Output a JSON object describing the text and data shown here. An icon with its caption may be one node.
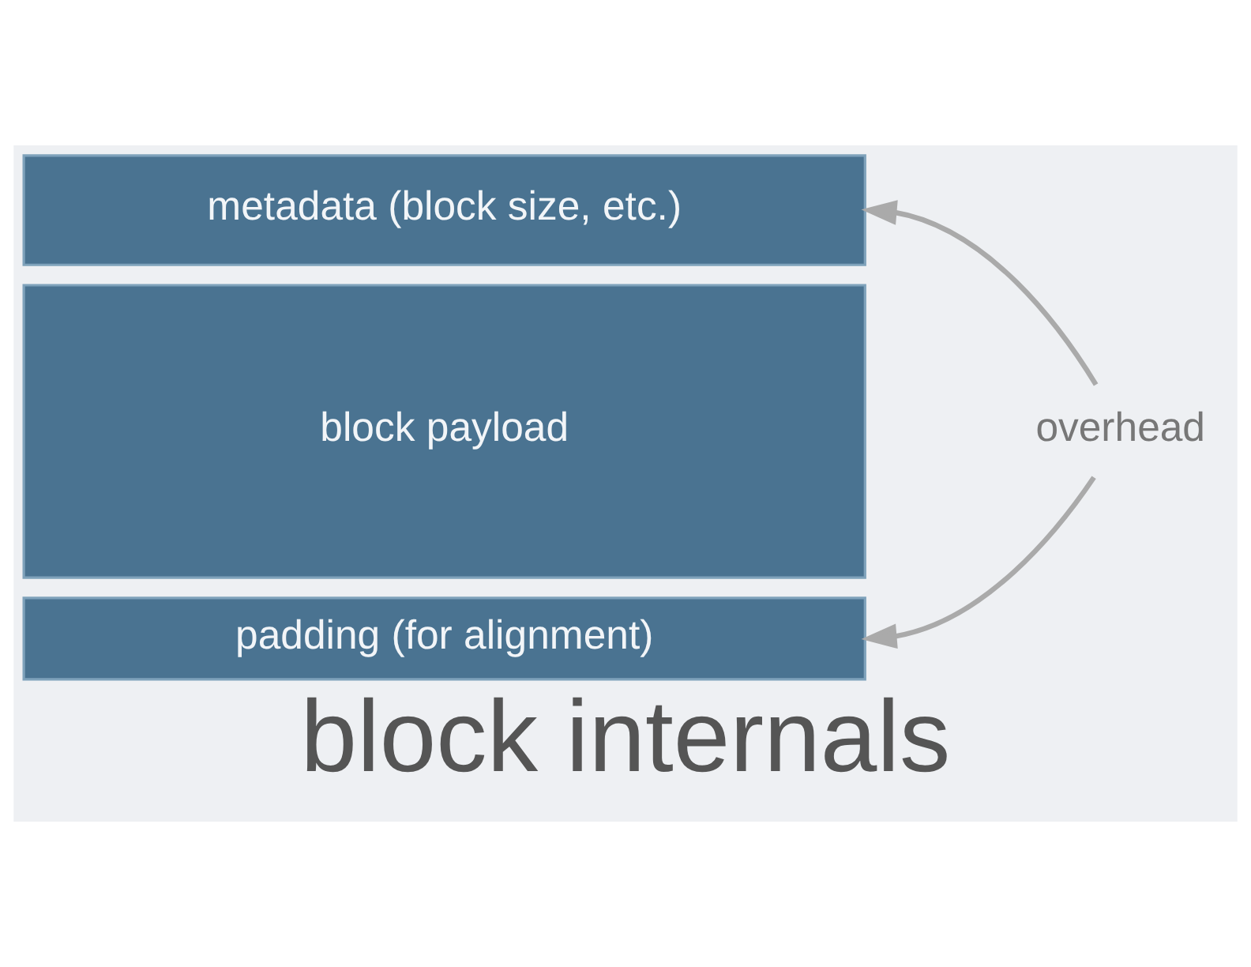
{
  "diagram": {
    "title": "block internals",
    "nodes": [
      {
        "text": [
          "metadata (block size, etc.)"
        ]
      },
      {
        "text": [
          "block payload"
        ]
      },
      {
        "text": [
          "padding (for alignment)"
        ]
      },
      {
        "text": [
          "overhead"
        ]
      }
    ],
    "edges": [
      {
        "from": 3,
        "to": 0,
        "arrow": "to"
      },
      {
        "from": 3,
        "to": 2,
        "arrow": "to"
      }
    ]
  }
}
